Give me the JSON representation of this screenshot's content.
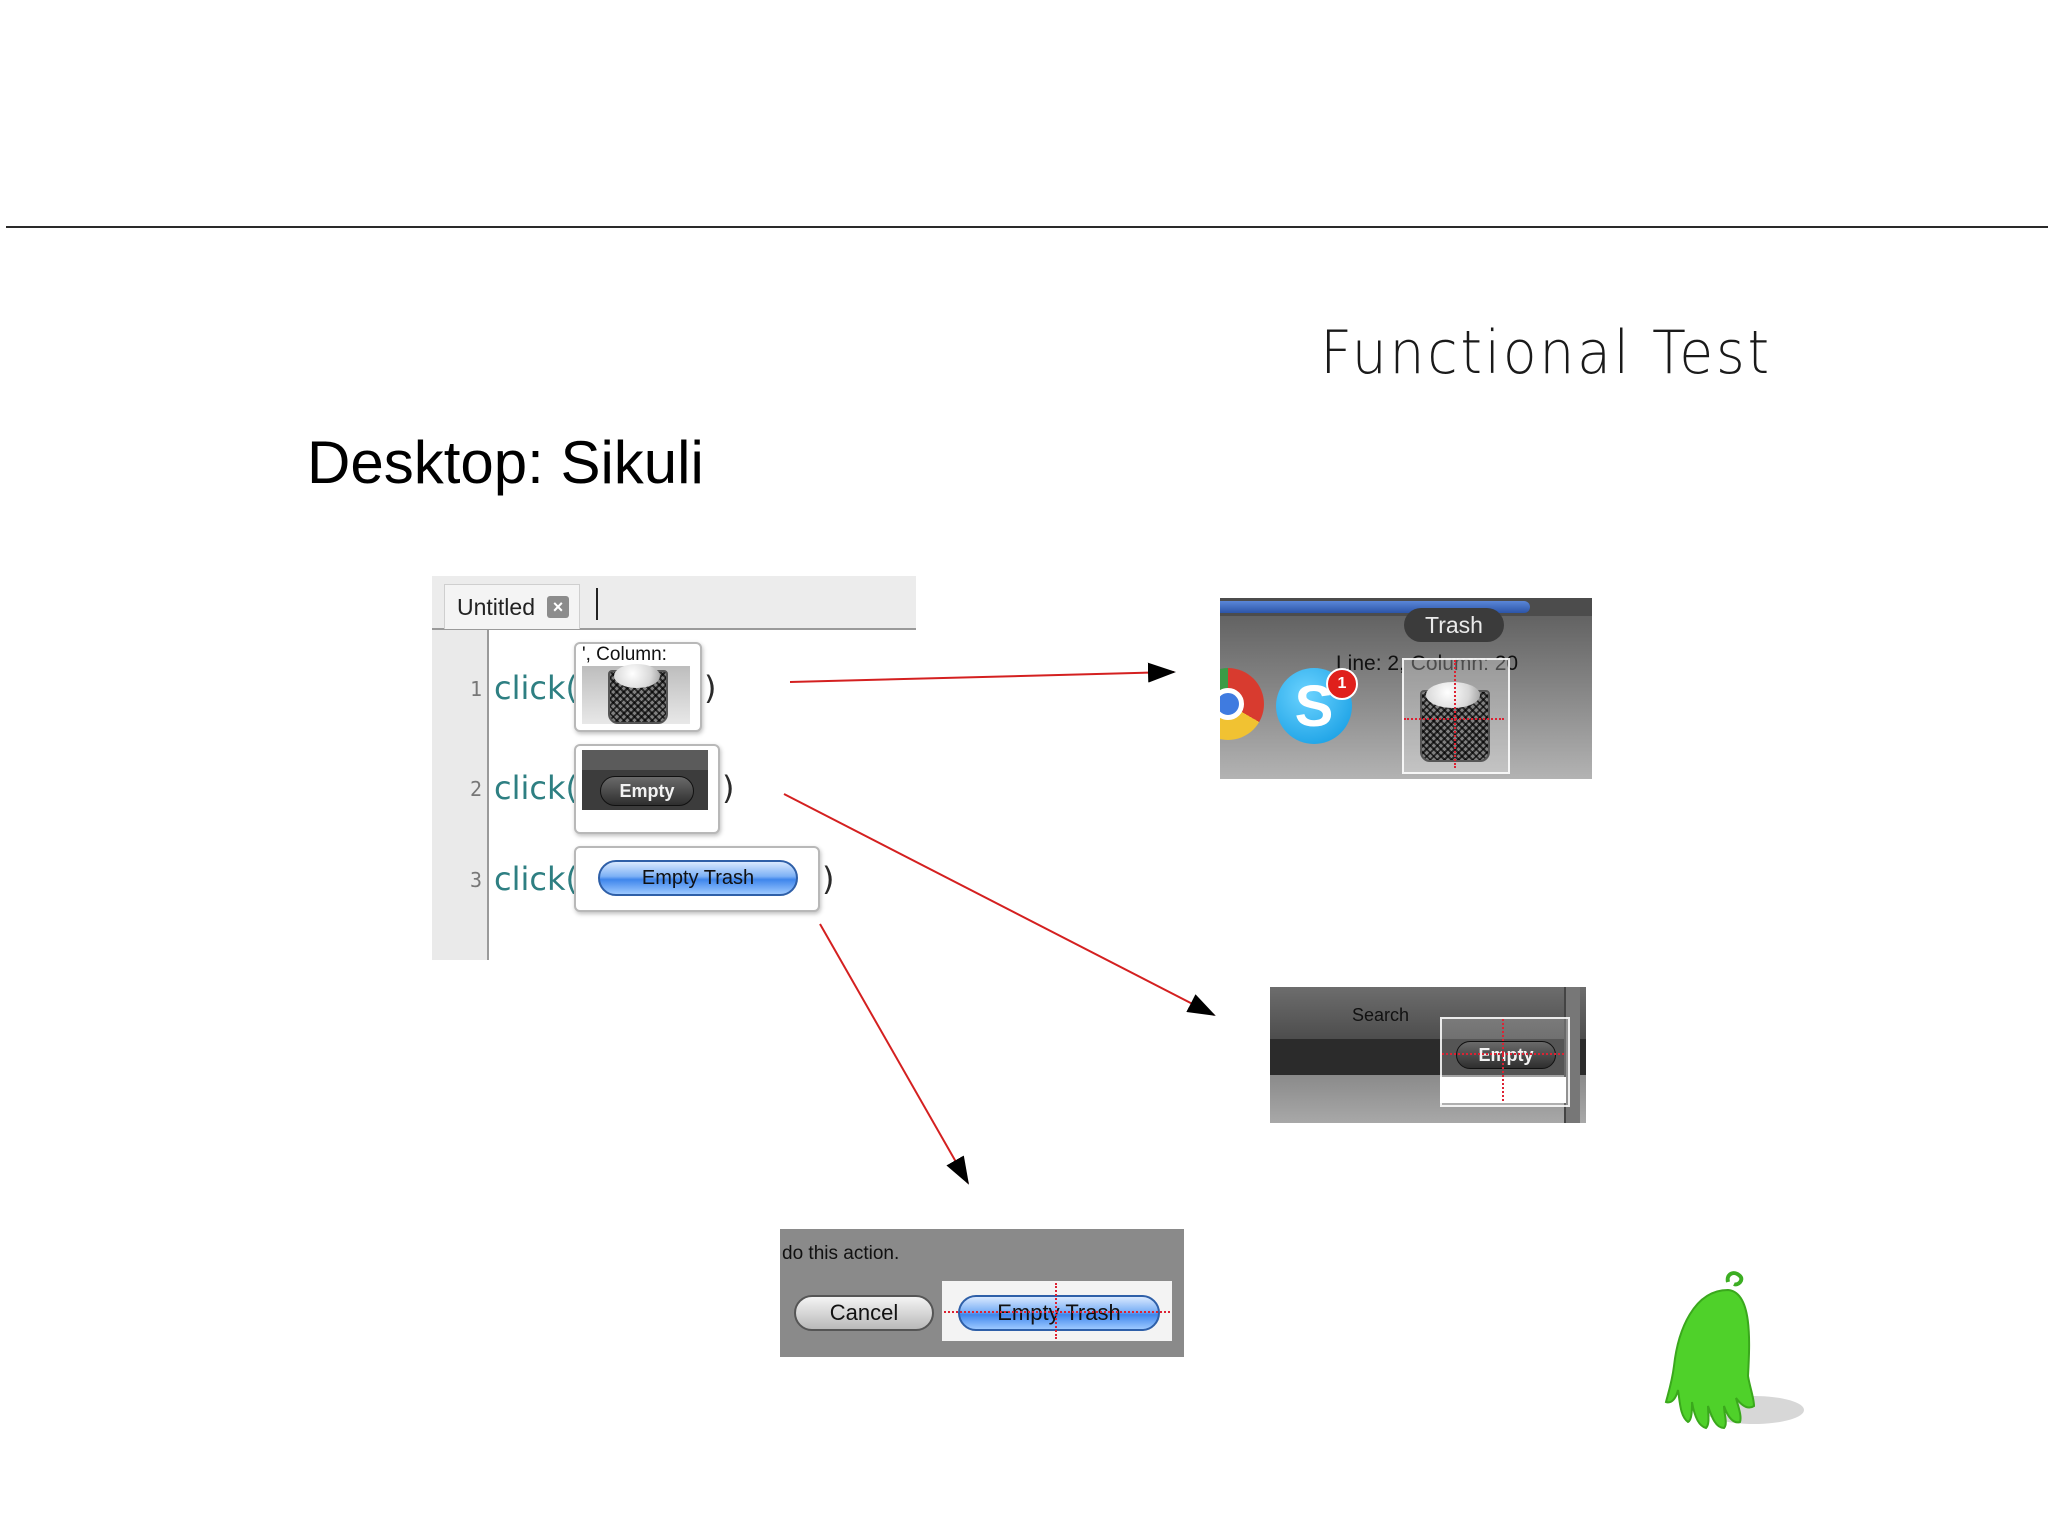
{
  "slide": {
    "title": "Functional Test",
    "subtitle": "Desktop: Sikuli"
  },
  "ide": {
    "tab_label": "Untitled",
    "tab_close_glyph": "×",
    "lines": [
      {
        "number": "1",
        "keyword": "click(",
        "close": ")",
        "image": "trash-can-thumbnail",
        "image_overlay_text": "', Column:"
      },
      {
        "number": "2",
        "keyword": "click(",
        "close": ")",
        "image": "empty-button-thumbnail",
        "image_button_label": "Empty"
      },
      {
        "number": "3",
        "keyword": "click(",
        "close": ")",
        "image": "empty-trash-button-thumbnail",
        "image_button_label": "Empty Trash"
      }
    ]
  },
  "dock_screenshot": {
    "tooltip": "Trash",
    "status_text": "Line: 2, Column: 20",
    "skype_badge": "1",
    "skype_glyph": "S",
    "icons": [
      "chrome-icon",
      "skype-icon",
      "trash-icon"
    ]
  },
  "search_screenshot": {
    "label": "Search",
    "button_label": "Empty"
  },
  "dialog_screenshot": {
    "message": "do this action.",
    "cancel_label": "Cancel",
    "confirm_label": "Empty Trash"
  },
  "colors": {
    "code_keyword": "#2e7f82",
    "arrow": "#d42020",
    "mascot": "#4fd12a"
  }
}
